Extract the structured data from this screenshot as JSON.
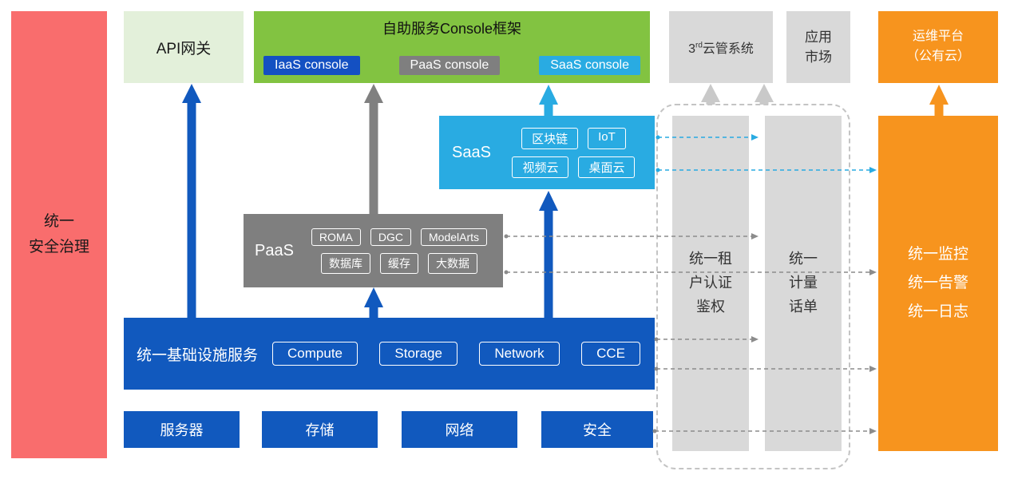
{
  "diagram": {
    "security_bar": "统一\n安全治理",
    "api_gateway": "API网关",
    "console_frame": {
      "title": "自助服务Console框架",
      "iaas": "IaaS console",
      "paas": "PaaS console",
      "saas": "SaaS console"
    },
    "third_cloud": {
      "prefix": "3",
      "sup": "rd",
      "suffix": "云管系统"
    },
    "app_market": "应用\n市场",
    "om_platform": "运维平台\n（公有云）",
    "saas_box": {
      "label": "SaaS",
      "items": [
        "区块链",
        "IoT",
        "视频云",
        "桌面云"
      ]
    },
    "paas_box": {
      "label": "PaaS",
      "items": [
        "ROMA",
        "DGC",
        "ModelArts",
        "数据库",
        "缓存",
        "大数据"
      ]
    },
    "infra_box": {
      "label": "统一基础设施服务",
      "items": [
        "Compute",
        "Storage",
        "Network",
        "CCE"
      ]
    },
    "bottom_boxes": [
      "服务器",
      "存储",
      "网络",
      "安全"
    ],
    "auth_bar": "统一租\n户认证\n鉴权",
    "metering_bar": "统一\n计量\n话单",
    "monitor_bar": "统一监控\n统一告警\n统一日志"
  },
  "colors": {
    "red": "#F96D6D",
    "light_green": "#E3F0DA",
    "green": "#82C341",
    "blue": "#1159BE",
    "gray": "#7F7F7F",
    "light_gray": "#D9D9D9",
    "cyan": "#29ABE2",
    "orange": "#F7941E"
  }
}
